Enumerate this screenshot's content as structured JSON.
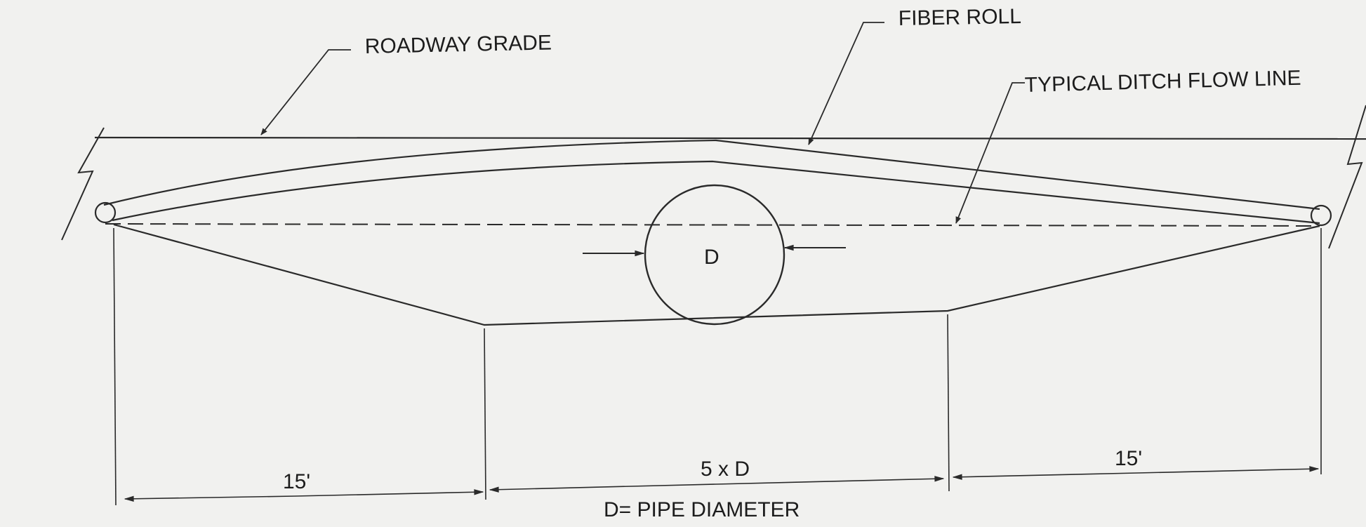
{
  "labels": {
    "roadway_grade": "ROADWAY GRADE",
    "fiber_roll": "FIBER ROLL",
    "ditch_flow_line": "TYPICAL DITCH FLOW LINE",
    "pipe_d": "D",
    "dim_left": "15'",
    "dim_center": "5 x D",
    "dim_right": "15'",
    "pipe_note": "D= PIPE DIAMETER"
  },
  "colors": {
    "background": "#f1f1ef",
    "ink": "#2a2a2a"
  }
}
